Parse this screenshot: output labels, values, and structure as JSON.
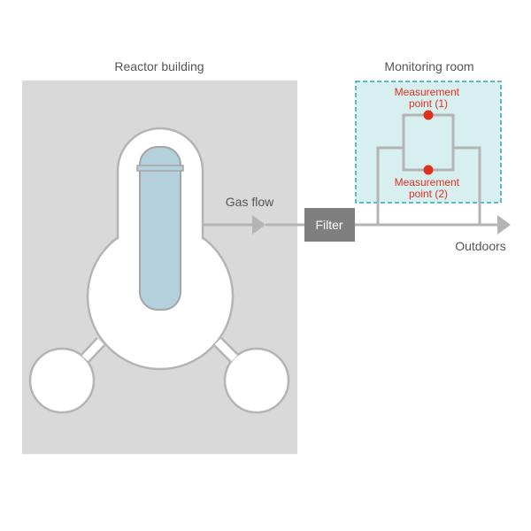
{
  "labels": {
    "reactor_building": "Reactor building",
    "monitoring_room": "Monitoring room",
    "gas_flow": "Gas flow",
    "filter": "Filter",
    "outdoors": "Outdoors",
    "measurement_point_1": [
      "Measurement",
      "point (1)"
    ],
    "measurement_point_2": [
      "Measurement",
      "point (2)"
    ]
  },
  "colors": {
    "building_fill": "#d9d9d9",
    "vessel_fill": "#b3d0dc",
    "pipe": "#b4b4b4",
    "filter_fill": "#7f7f7f",
    "monitor_fill": "#d8efef",
    "monitor_border": "#2aa8b8",
    "measurement_point": "#e0301e",
    "label_text": "#555555"
  }
}
